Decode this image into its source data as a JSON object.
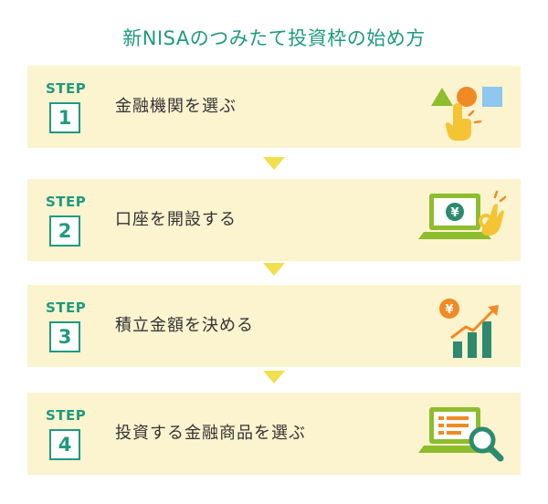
{
  "title": "新NISAのつみたて投資枠の始め方",
  "steps": [
    {
      "label": "STEP",
      "number": "1",
      "text": "金融機関を選ぶ",
      "icon": "shapes-tap-icon"
    },
    {
      "label": "STEP",
      "number": "2",
      "text": "口座を開設する",
      "icon": "laptop-ok-icon"
    },
    {
      "label": "STEP",
      "number": "3",
      "text": "積立金額を決める",
      "icon": "growth-chart-icon"
    },
    {
      "label": "STEP",
      "number": "4",
      "text": "投資する金融商品を選ぶ",
      "icon": "laptop-search-icon"
    }
  ],
  "icon_symbols": {
    "yen": "¥"
  },
  "colors": {
    "accent": "#1f9a80",
    "card_background": "#fcf3cf",
    "arrow": "#f2df4e",
    "icon_green": "#8ebd2d",
    "icon_orange": "#f08a24",
    "icon_yellow": "#f4c435",
    "icon_blue": "#8ec7ef",
    "icon_dark_green": "#2d8a6e"
  }
}
